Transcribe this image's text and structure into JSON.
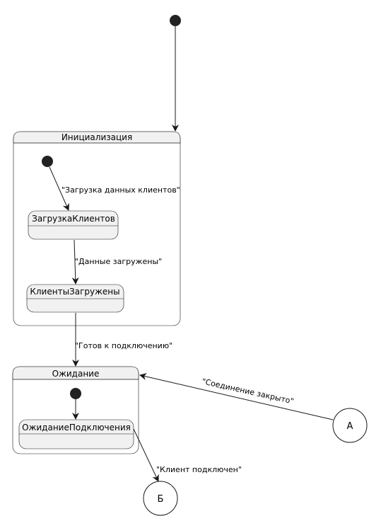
{
  "colors": {
    "line": "#181818",
    "fill": "#f1f1f1",
    "background": "#ffffff",
    "start_node": "#222222"
  },
  "composites": {
    "init": {
      "title": "Инициализация"
    },
    "wait": {
      "title": "Ожидание"
    }
  },
  "states": {
    "load": {
      "name": "ЗагрузкаКлиентов"
    },
    "loaded": {
      "name": "КлиентыЗагружены"
    },
    "waiting_conn": {
      "name": "ОжиданиеПодключения"
    }
  },
  "connectors": {
    "a": {
      "label": "А"
    },
    "b": {
      "label": "Б"
    }
  },
  "transitions": {
    "init_to_load": "\"Загрузка данных клиентов\"",
    "load_to_loaded": "\"Данные загружены\"",
    "init_to_wait": "\"Готов к подключению\"",
    "a_to_wait": "\"Соединение закрыто\"",
    "waiting_to_b": "\"Клиент подключен\""
  }
}
